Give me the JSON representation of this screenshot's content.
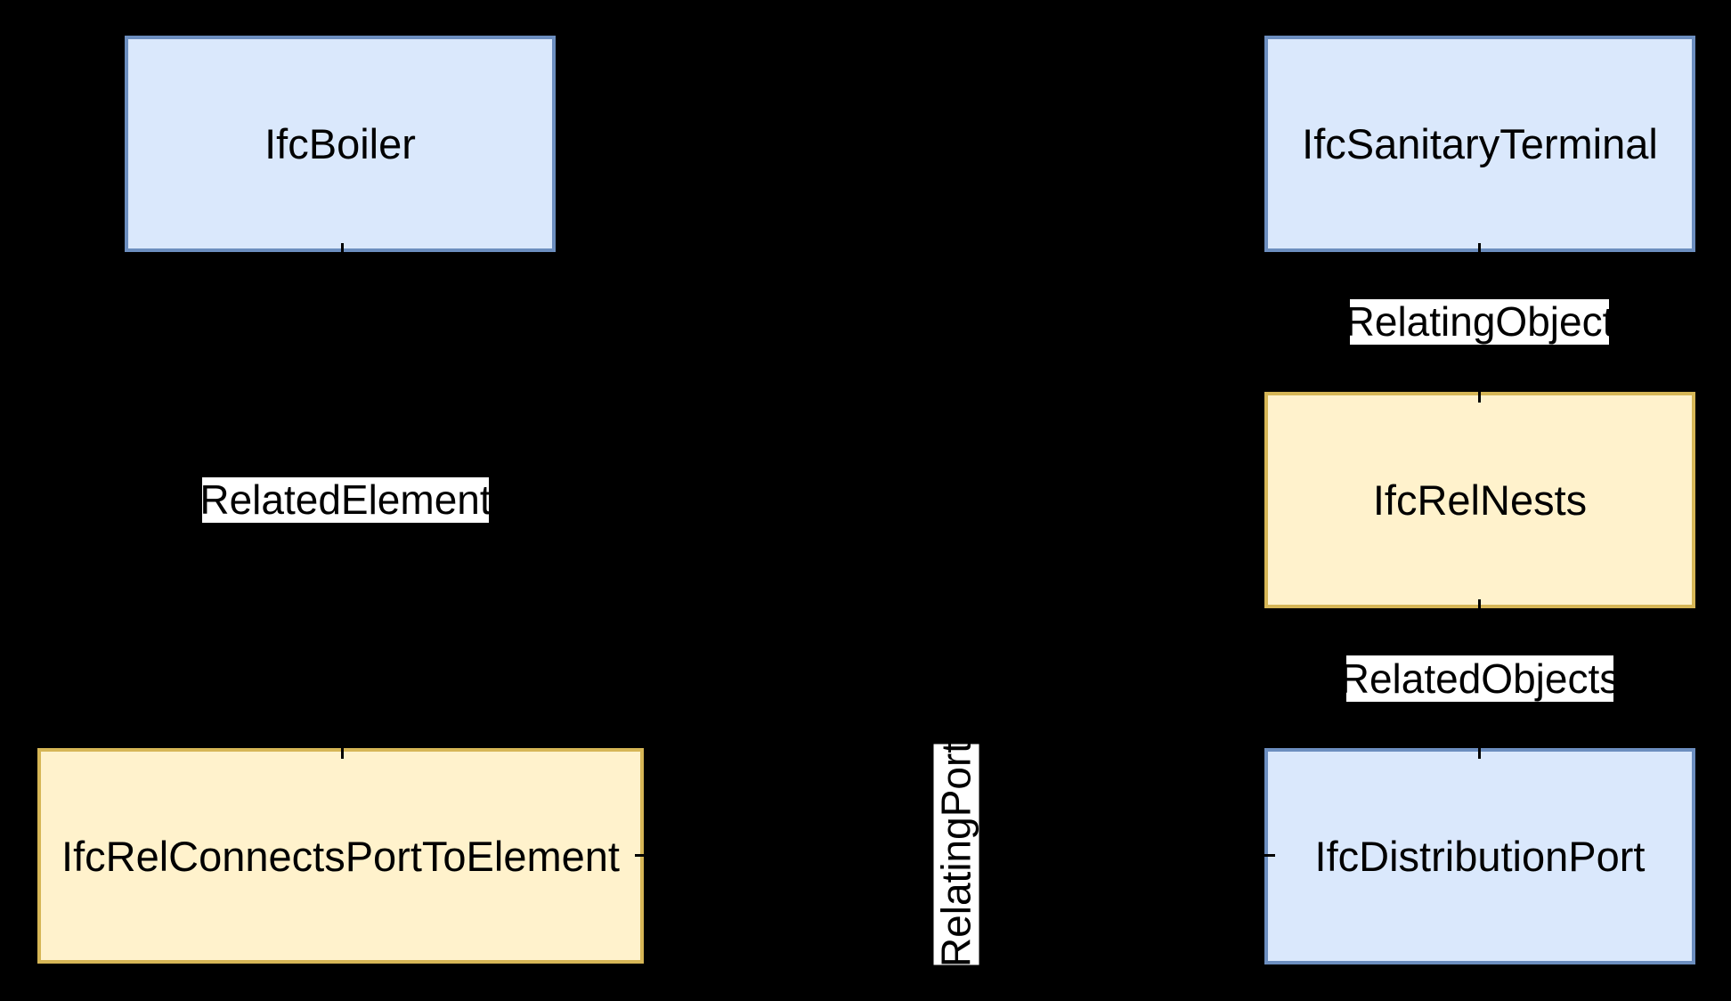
{
  "diagram": {
    "background_color": "#000000",
    "nodes": [
      {
        "id": "ifc-boiler",
        "label": "IfcBoiler",
        "kind": "entity"
      },
      {
        "id": "ifc-sanitary-terminal",
        "label": "IfcSanitaryTerminal",
        "kind": "entity"
      },
      {
        "id": "ifc-rel-nests",
        "label": "IfcRelNests",
        "kind": "relationship"
      },
      {
        "id": "ifc-rel-connects-port-to-element",
        "label": "IfcRelConnectsPortToElement",
        "kind": "relationship"
      },
      {
        "id": "ifc-distribution-port",
        "label": "IfcDistributionPort",
        "kind": "entity"
      }
    ],
    "edges": [
      {
        "label": "RelatedElement",
        "from": "IfcBoiler",
        "to": "IfcRelConnectsPortToElement",
        "label_orientation": "horizontal"
      },
      {
        "label": "RelatingObject",
        "from": "IfcSanitaryTerminal",
        "to": "IfcRelNests",
        "label_orientation": "horizontal"
      },
      {
        "label": "RelatedObjects",
        "from": "IfcRelNests",
        "to": "IfcDistributionPort",
        "label_orientation": "horizontal"
      },
      {
        "label": "RelatingPort",
        "from": "IfcRelConnectsPortToElement",
        "to": "IfcDistributionPort",
        "label_orientation": "vertical"
      }
    ],
    "colors": {
      "entity_fill": "#dae8fc",
      "entity_border": "#6c8ebf",
      "relationship_fill": "#fff2cc",
      "relationship_border": "#d6b656",
      "edge_line": "#000000",
      "edge_label_background": "#ffffff",
      "text": "#000000"
    }
  }
}
